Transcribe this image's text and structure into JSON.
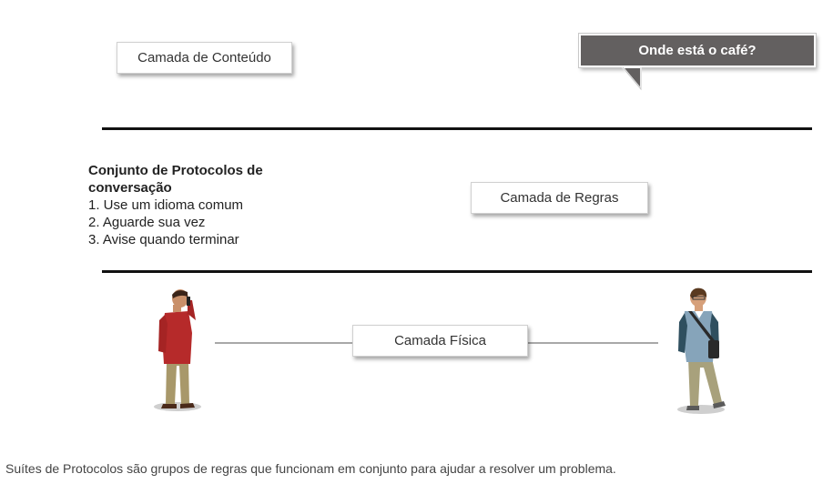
{
  "layers": {
    "content": "Camada de Conteúdo",
    "rules": "Camada de Regras",
    "physical": "Camada Física"
  },
  "speech_bubble": "Onde está o café?",
  "protocols": {
    "title": "Conjunto de Protocolos de conversação",
    "items": [
      "1. Use um idioma comum",
      "2. Aguarde sua vez",
      "3. Avise quando terminar"
    ]
  },
  "caption": "Suítes de Protocolos são grupos de regras que funcionam em conjunto para ajudar a resolver um problema."
}
